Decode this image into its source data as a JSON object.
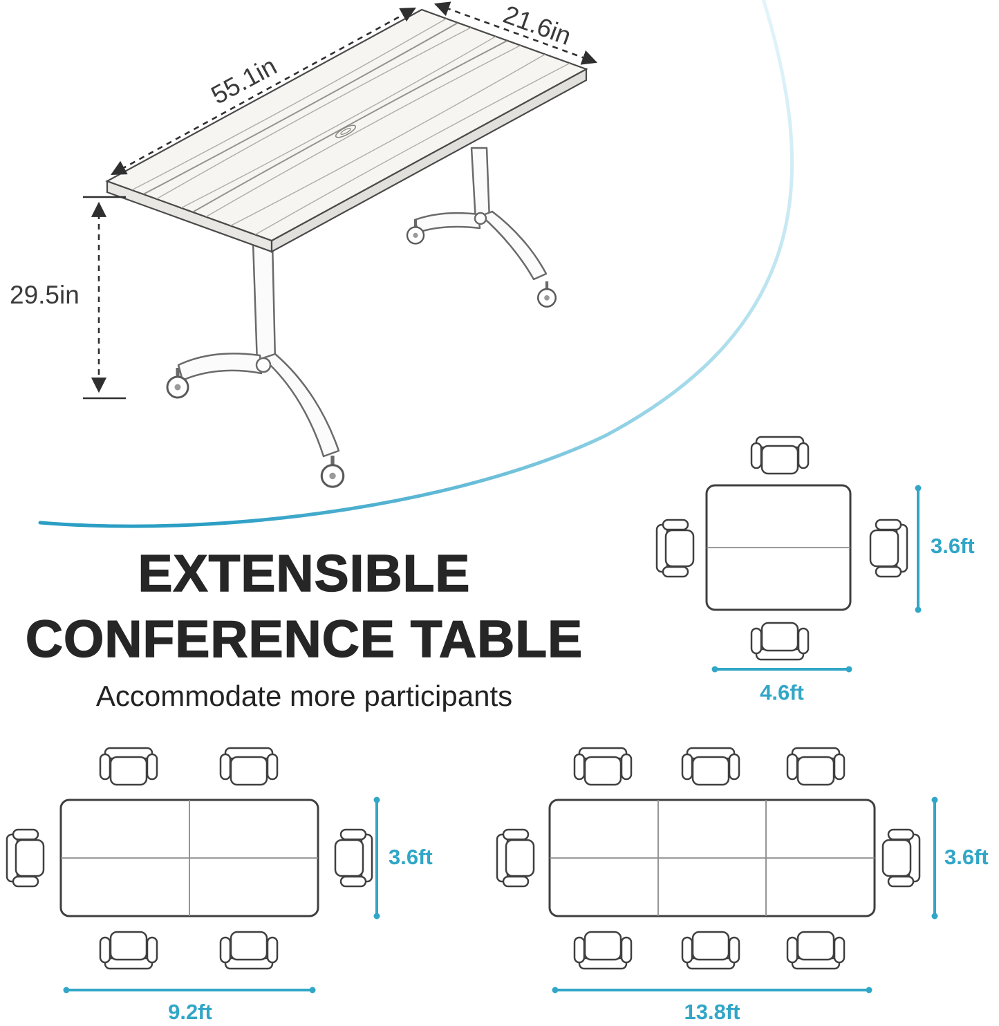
{
  "colors": {
    "accent": "#31a6c7",
    "arc_light": "#e3f4fa",
    "arc_dark": "#2b9ec4",
    "heading_text": "#262626"
  },
  "illustration": {
    "length_label": "55.1in",
    "width_label": "21.6in",
    "height_label": "29.5in"
  },
  "heading": {
    "title_line1": "EXTENSIBLE",
    "title_line2": "CONFERENCE TABLE",
    "subtitle": "Accommodate more participants"
  },
  "layouts": {
    "single": {
      "width_label": "4.6ft",
      "depth_label": "3.6ft"
    },
    "double": {
      "width_label": "9.2ft",
      "depth_label": "3.6ft"
    },
    "triple": {
      "width_label": "13.8ft",
      "depth_label": "3.6ft"
    }
  }
}
